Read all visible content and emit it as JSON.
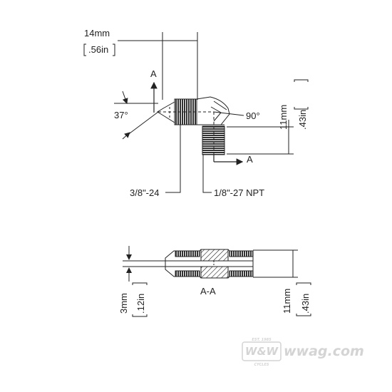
{
  "dimensions": {
    "top_width_mm": "14mm",
    "top_width_in": ".56in",
    "right_height_mm": "11mm",
    "right_height_in": ".43in",
    "section_left_mm": "3mm",
    "section_left_in": ".12in",
    "section_right_mm": "11mm",
    "section_right_in": ".43in"
  },
  "angles": {
    "flare": "37°",
    "elbow": "90°"
  },
  "threads": {
    "male_flare": "3/8\"-24",
    "pipe": "1/8\"-27 NPT"
  },
  "section": {
    "marker": "A",
    "marker_bottom": "A",
    "label": "A-A"
  },
  "watermark": {
    "logo": "W&W",
    "site": "wwag.com",
    "logo_top_text": "EST. 1985",
    "logo_bottom_text": "CYCLES"
  },
  "colors": {
    "line": "#222222",
    "thread": "#333333",
    "watermark": "#d4d4d4"
  }
}
